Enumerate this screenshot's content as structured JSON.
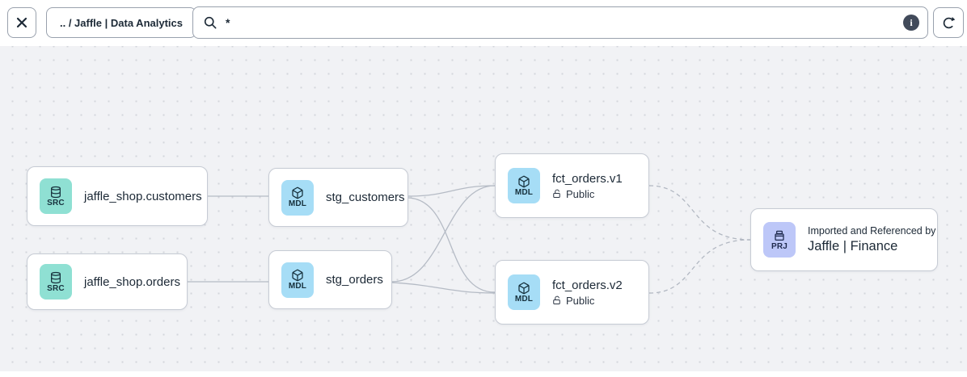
{
  "header": {
    "breadcrumb": ".. / Jaffle | Data Analytics",
    "search_value": "*",
    "info_glyph": "i"
  },
  "canvas": {
    "nodes": {
      "customers": {
        "badge": "SRC",
        "title": "jaffle_shop.customers"
      },
      "orders": {
        "badge": "SRC",
        "title": "jaffle_shop.orders"
      },
      "stg_customers": {
        "badge": "MDL",
        "title": "stg_customers"
      },
      "stg_orders": {
        "badge": "MDL",
        "title": "stg_orders"
      },
      "fct_orders_v1": {
        "badge": "MDL",
        "title": "fct_orders.v1",
        "access": "Public"
      },
      "fct_orders_v2": {
        "badge": "MDL",
        "title": "fct_orders.v2",
        "access": "Public"
      },
      "finance_project": {
        "badge": "PRJ",
        "subtitle": "Imported and Referenced by",
        "title": "Jaffle | Finance"
      }
    },
    "edges": [
      {
        "source": "customers",
        "target": "stg_customers",
        "style": "solid"
      },
      {
        "source": "orders",
        "target": "stg_orders",
        "style": "solid"
      },
      {
        "source": "stg_customers",
        "target": "fct_orders_v1",
        "style": "solid"
      },
      {
        "source": "stg_customers",
        "target": "fct_orders_v2",
        "style": "solid"
      },
      {
        "source": "stg_orders",
        "target": "fct_orders_v1",
        "style": "solid"
      },
      {
        "source": "stg_orders",
        "target": "fct_orders_v2",
        "style": "solid"
      },
      {
        "source": "fct_orders_v1",
        "target": "finance_project",
        "style": "dashed"
      },
      {
        "source": "fct_orders_v2",
        "target": "finance_project",
        "style": "dashed"
      }
    ]
  },
  "colors": {
    "source_badge": "#8fe0d3",
    "model_badge": "#a6ddf6",
    "project_badge": "#bdc7f8",
    "edge": "#b5bbc5",
    "text": "#1c2936",
    "canvas_bg": "#f1f2f5",
    "canvas_dot": "#d3d6dc",
    "border": "#99a1ad"
  }
}
